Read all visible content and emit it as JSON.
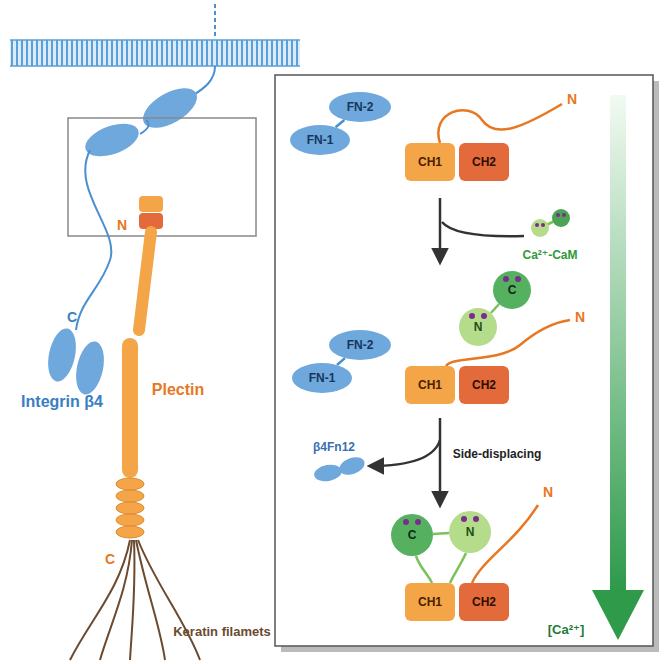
{
  "diagram": {
    "nodes": [
      {
        "text": [
          "FN-2"
        ]
      },
      {
        "text": [
          "FN-1"
        ]
      },
      {
        "text": [
          "CH1"
        ]
      },
      {
        "text": [
          "CH2"
        ]
      },
      {
        "text": [
          "N"
        ]
      },
      {
        "text": [
          "C"
        ]
      },
      {
        "text": [
          "FN-2"
        ]
      },
      {
        "text": [
          "FN-1"
        ]
      },
      {
        "text": [
          "CH1"
        ]
      },
      {
        "text": [
          "CH2"
        ]
      },
      {
        "text": [
          "C"
        ]
      },
      {
        "text": [
          "N"
        ]
      },
      {
        "text": [
          "CH1"
        ]
      },
      {
        "text": [
          "CH2"
        ]
      }
    ],
    "edges": [
      {
        "from": 1,
        "to": 0,
        "arrow": "none"
      },
      {
        "from": 4,
        "to": 5,
        "arrow": "none"
      },
      {
        "from": 7,
        "to": 6,
        "arrow": "none"
      },
      {
        "from": 10,
        "to": 11,
        "arrow": "none"
      }
    ],
    "labels": [
      "N",
      "C",
      "Integrin β4",
      "Plectin",
      "C",
      "Keratin filamets",
      "N",
      "Ca²⁺-CaM",
      "N",
      "Side-displacing",
      "β4Fn12",
      "N",
      "[Ca²⁺]"
    ]
  }
}
